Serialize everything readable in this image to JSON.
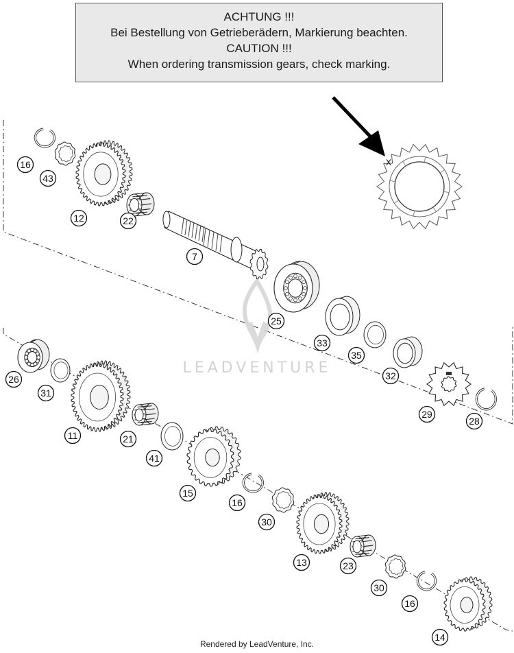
{
  "caution": {
    "line1": "ACHTUNG !!!",
    "line2": "Bei Bestellung von Getrieberädern, Markierung beachten.",
    "line3": "CAUTION !!!",
    "line4": "When ordering transmission gears, check marking."
  },
  "marking_symbol": "X",
  "watermark": "LEADVENTURE",
  "footer": "Rendered by LeadVenture, Inc.",
  "callouts": [
    {
      "id": "c-16a",
      "label": "16"
    },
    {
      "id": "c-43",
      "label": "43"
    },
    {
      "id": "c-12",
      "label": "12"
    },
    {
      "id": "c-22",
      "label": "22"
    },
    {
      "id": "c-7",
      "label": "7"
    },
    {
      "id": "c-25",
      "label": "25"
    },
    {
      "id": "c-33",
      "label": "33"
    },
    {
      "id": "c-35",
      "label": "35"
    },
    {
      "id": "c-32",
      "label": "32"
    },
    {
      "id": "c-29",
      "label": "29"
    },
    {
      "id": "c-28",
      "label": "28"
    },
    {
      "id": "c-26",
      "label": "26"
    },
    {
      "id": "c-31",
      "label": "31"
    },
    {
      "id": "c-11",
      "label": "11"
    },
    {
      "id": "c-21",
      "label": "21"
    },
    {
      "id": "c-41",
      "label": "41"
    },
    {
      "id": "c-15",
      "label": "15"
    },
    {
      "id": "c-16b",
      "label": "16"
    },
    {
      "id": "c-30a",
      "label": "30"
    },
    {
      "id": "c-13",
      "label": "13"
    },
    {
      "id": "c-23",
      "label": "23"
    },
    {
      "id": "c-30b",
      "label": "30"
    },
    {
      "id": "c-16c",
      "label": "16"
    },
    {
      "id": "c-14",
      "label": "14"
    }
  ]
}
